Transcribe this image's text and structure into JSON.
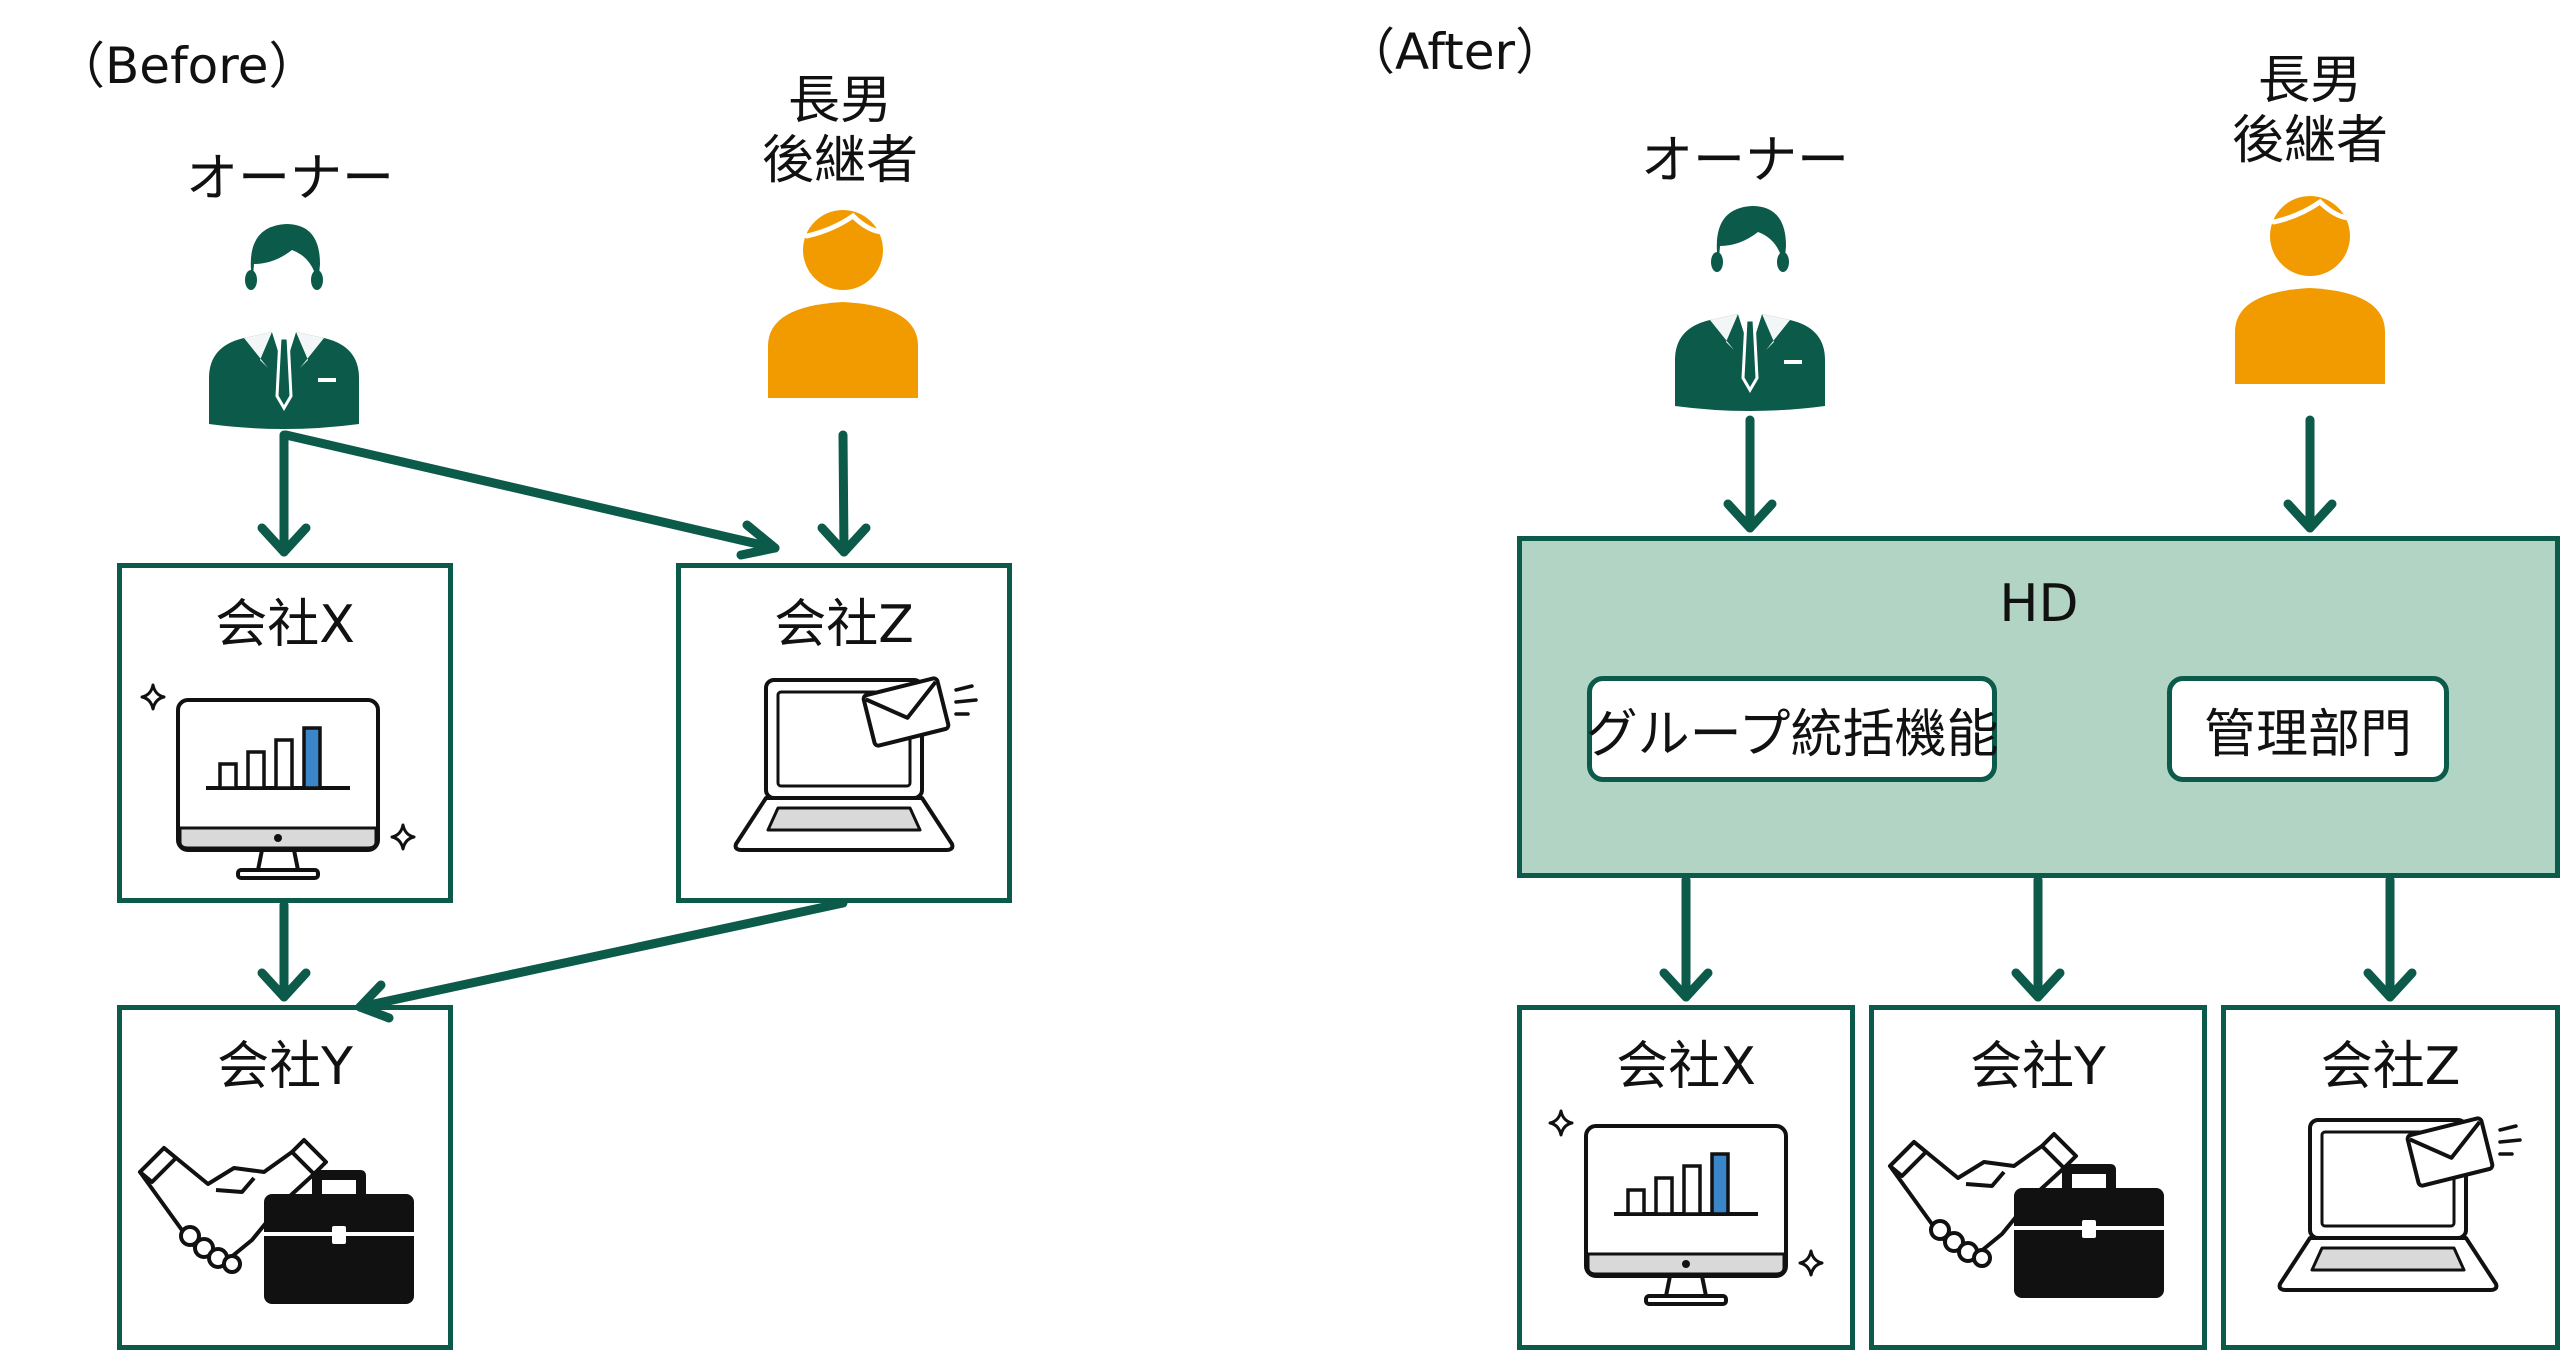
{
  "before": {
    "title": "（Before）",
    "owner_label": "オーナー",
    "successor_label": "長男\n後継者",
    "companies": {
      "x": "会社X",
      "z": "会社Z",
      "y": "会社Y"
    }
  },
  "after": {
    "title": "（After）",
    "owner_label": "オーナー",
    "successor_label": "長男\n後継者",
    "hd_label": "HD",
    "hd_functions": [
      "グループ統括機能",
      "管理部門"
    ],
    "companies": [
      "会社X",
      "会社Y",
      "会社Z"
    ]
  },
  "colors": {
    "accent": "#0b5a4a",
    "successor": "#f29b00",
    "hd_fill": "#b1d4c4",
    "bar_highlight": "#3a86c8"
  },
  "icons": [
    "owner-person-icon",
    "successor-person-icon",
    "monitor-chart-icon",
    "laptop-mail-icon",
    "handshake-briefcase-icon"
  ]
}
